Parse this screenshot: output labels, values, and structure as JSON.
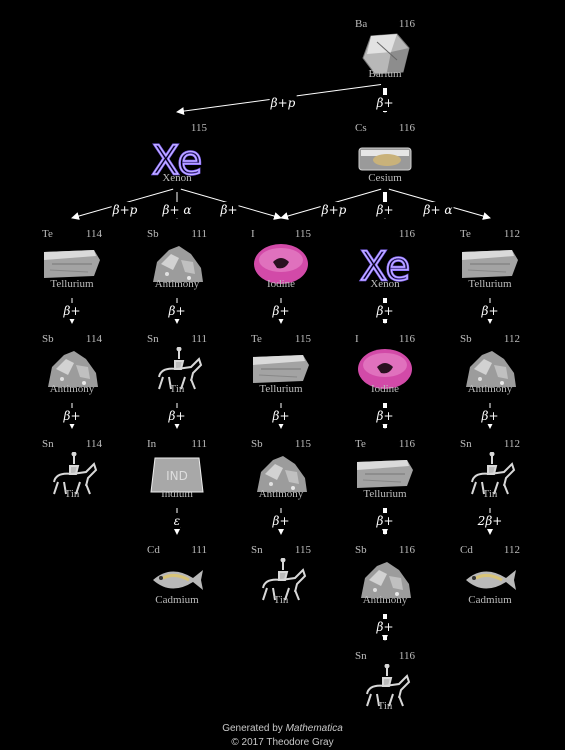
{
  "nodes": [
    {
      "id": "ba116",
      "symbol": "Ba",
      "mass": "116",
      "name": "Barium",
      "kind": "crystal"
    },
    {
      "id": "xe115",
      "symbol": "",
      "mass": "115",
      "name": "Xenon",
      "kind": "xenon"
    },
    {
      "id": "cs116",
      "symbol": "Cs",
      "mass": "116",
      "name": "Cesium",
      "kind": "ampoule"
    },
    {
      "id": "te114",
      "symbol": "Te",
      "mass": "114",
      "name": "Tellurium",
      "kind": "bar"
    },
    {
      "id": "sb111",
      "symbol": "Sb",
      "mass": "111",
      "name": "Antimony",
      "kind": "rock"
    },
    {
      "id": "i115",
      "symbol": "I",
      "mass": "115",
      "name": "Iodine",
      "kind": "iodine"
    },
    {
      "id": "xe116",
      "symbol": "",
      "mass": "116",
      "name": "Xenon",
      "kind": "xenon"
    },
    {
      "id": "te112",
      "symbol": "Te",
      "mass": "112",
      "name": "Tellurium",
      "kind": "bar"
    },
    {
      "id": "sb114",
      "symbol": "Sb",
      "mass": "114",
      "name": "Antimony",
      "kind": "rock"
    },
    {
      "id": "sn111",
      "symbol": "Sn",
      "mass": "111",
      "name": "Tin",
      "kind": "horse"
    },
    {
      "id": "te115",
      "symbol": "Te",
      "mass": "115",
      "name": "Tellurium",
      "kind": "bar"
    },
    {
      "id": "i116",
      "symbol": "I",
      "mass": "116",
      "name": "Iodine",
      "kind": "iodine"
    },
    {
      "id": "sb112",
      "symbol": "Sb",
      "mass": "112",
      "name": "Antimony",
      "kind": "rock"
    },
    {
      "id": "sn114",
      "symbol": "Sn",
      "mass": "114",
      "name": "Tin",
      "kind": "horse"
    },
    {
      "id": "in111",
      "symbol": "In",
      "mass": "111",
      "name": "Indium",
      "kind": "ingot"
    },
    {
      "id": "sb115",
      "symbol": "Sb",
      "mass": "115",
      "name": "Antimony",
      "kind": "rock"
    },
    {
      "id": "te116",
      "symbol": "Te",
      "mass": "116",
      "name": "Tellurium",
      "kind": "bar"
    },
    {
      "id": "sn112",
      "symbol": "Sn",
      "mass": "112",
      "name": "Tin",
      "kind": "horse"
    },
    {
      "id": "cd111",
      "symbol": "Cd",
      "mass": "111",
      "name": "Cadmium",
      "kind": "fish"
    },
    {
      "id": "sn115",
      "symbol": "Sn",
      "mass": "115",
      "name": "Tin",
      "kind": "horse"
    },
    {
      "id": "sb116",
      "symbol": "Sb",
      "mass": "116",
      "name": "Antimony",
      "kind": "rock"
    },
    {
      "id": "cd112",
      "symbol": "Cd",
      "mass": "112",
      "name": "Cadmium",
      "kind": "fish"
    },
    {
      "id": "sn116",
      "symbol": "Sn",
      "mass": "116",
      "name": "Tin",
      "kind": "horse"
    }
  ],
  "edges": [
    {
      "from": "ba116",
      "to": "xe115",
      "mode": "β+p",
      "thick": false
    },
    {
      "from": "ba116",
      "to": "cs116",
      "mode": "β+",
      "thick": true
    },
    {
      "from": "xe115",
      "to": "te114",
      "mode": "β+p",
      "thick": false
    },
    {
      "from": "xe115",
      "to": "sb111",
      "mode": "β+α",
      "thick": false
    },
    {
      "from": "xe115",
      "to": "i115",
      "mode": "β+",
      "thick": false
    },
    {
      "from": "cs116",
      "to": "i115",
      "mode": "β+p",
      "thick": false
    },
    {
      "from": "cs116",
      "to": "xe116",
      "mode": "β+",
      "thick": true
    },
    {
      "from": "cs116",
      "to": "te112",
      "mode": "β+α",
      "thick": false
    },
    {
      "from": "te114",
      "to": "sb114",
      "mode": "β+",
      "thick": false
    },
    {
      "from": "sb114",
      "to": "sn114",
      "mode": "β+",
      "thick": false
    },
    {
      "from": "sb111",
      "to": "sn111",
      "mode": "β+",
      "thick": false
    },
    {
      "from": "sn111",
      "to": "in111",
      "mode": "β+",
      "thick": false
    },
    {
      "from": "in111",
      "to": "cd111",
      "mode": "ε",
      "thick": false
    },
    {
      "from": "i115",
      "to": "te115",
      "mode": "β+",
      "thick": false
    },
    {
      "from": "te115",
      "to": "sb115",
      "mode": "β+",
      "thick": false
    },
    {
      "from": "sb115",
      "to": "sn115",
      "mode": "β+",
      "thick": false
    },
    {
      "from": "xe116",
      "to": "i116",
      "mode": "β+",
      "thick": true
    },
    {
      "from": "i116",
      "to": "te116",
      "mode": "β+",
      "thick": true
    },
    {
      "from": "te116",
      "to": "sb116",
      "mode": "β+",
      "thick": true
    },
    {
      "from": "sb116",
      "to": "sn116",
      "mode": "β+",
      "thick": true
    },
    {
      "from": "te112",
      "to": "sb112",
      "mode": "β+",
      "thick": false
    },
    {
      "from": "sb112",
      "to": "sn112",
      "mode": "β+",
      "thick": false
    },
    {
      "from": "sn112",
      "to": "cd112",
      "mode": "2β+",
      "thick": false
    }
  ],
  "footer": {
    "generated_prefix": "Generated by ",
    "generated_product": "Mathematica",
    "copyright": "© 2017 Theodore Gray"
  },
  "colors": {
    "background": "#000000",
    "text": "#bdbdbd",
    "arrow": "#ffffff",
    "xenon": "#6a4cff",
    "iodine": "#d24aa8"
  }
}
